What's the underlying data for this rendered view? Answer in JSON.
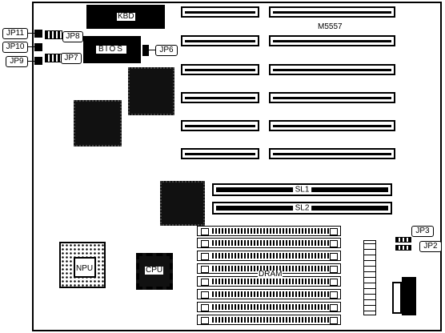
{
  "labels": {
    "kbd": "KBD",
    "bios": "BIOS",
    "model": "M5557",
    "sl1": "SL1",
    "sl2": "SL2",
    "dram": "DRAM",
    "cpu": "CPU",
    "npu": "NPU"
  },
  "jumpers": {
    "jp11": "JP11",
    "jp10": "JP10",
    "jp9": "JP9",
    "jp8": "JP8",
    "jp7": "JP7",
    "jp6": "JP6",
    "jp3": "JP3",
    "jp2": "JP2"
  }
}
